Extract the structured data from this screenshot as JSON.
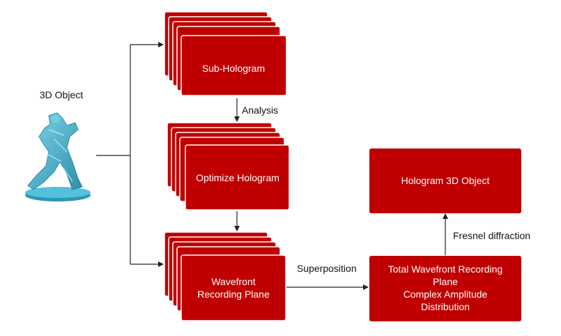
{
  "diagram": {
    "object_label": "3D Object",
    "sub_hologram": "Sub-Hologram",
    "analysis": "Analysis",
    "optimize_hologram": "Optimize Hologram",
    "wavefront_line1": "Wavefront",
    "wavefront_line2": "Recording Plane",
    "superposition": "Superposition",
    "total_line1": "Total Wavefront Recording",
    "total_line2": "Plane",
    "total_line3": "Complex Amplitude",
    "total_line4": "Distribution",
    "fresnel": "Fresnel diffraction",
    "hologram_object": "Hologram 3D Object"
  },
  "colors": {
    "box_fill": "#c00000",
    "box_text": "#ffffff",
    "statue": "#4fb7d3",
    "arrow": "#222222"
  }
}
